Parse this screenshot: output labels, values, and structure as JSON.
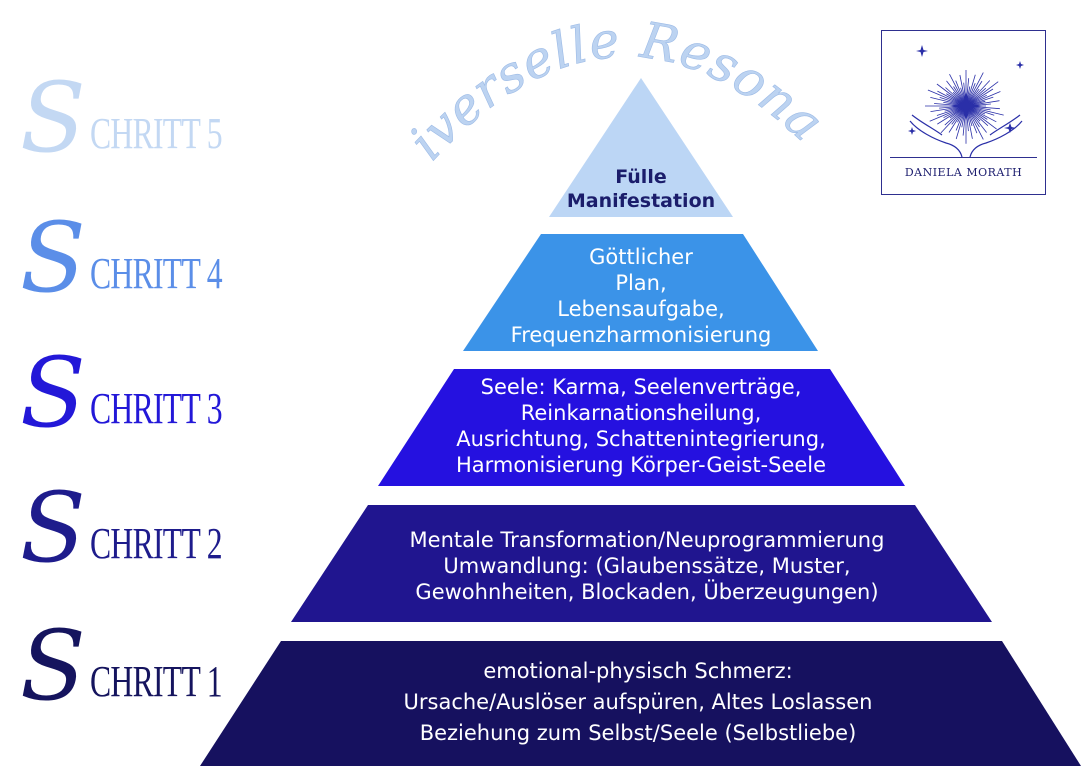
{
  "title": "Universelle Resonanz",
  "brand": {
    "name": "DANIELA MORATH"
  },
  "steps": [
    {
      "label_initial": "S",
      "label_rest": "CHRITT 5",
      "color": "#c3d8f3"
    },
    {
      "label_initial": "S",
      "label_rest": "CHRITT 4",
      "color": "#5b8ee8"
    },
    {
      "label_initial": "S",
      "label_rest": "CHRITT 3",
      "color": "#2318d8"
    },
    {
      "label_initial": "S",
      "label_rest": "CHRITT 2",
      "color": "#1e1c8c"
    },
    {
      "label_initial": "S",
      "label_rest": "CHRITT 1",
      "color": "#15145e"
    }
  ],
  "tiers": [
    {
      "lines": [
        "Fülle",
        "Manifestation"
      ],
      "color": "#bcd6f5"
    },
    {
      "lines": [
        "Göttlicher",
        "Plan,",
        "Lebensaufgabe,",
        "Frequenzharmonisierung"
      ],
      "color": "#3b93e8"
    },
    {
      "lines": [
        "Seele: Karma, Seelenverträge,",
        "Reinkarnationsheilung,",
        "Ausrichtung, Schattenintegrierung,",
        "Harmonisierung Körper-Geist-Seele"
      ],
      "color": "#2511e0"
    },
    {
      "lines": [
        "Mentale Transformation/Neuprogrammierung",
        "Umwandlung: (Glaubenssätze, Muster,",
        "Gewohnheiten, Blockaden, Überzeugungen)"
      ],
      "color": "#20158f"
    },
    {
      "lines": [
        "emotional-physisch Schmerz:",
        "Ursache/Auslöser aufspüren, Altes Loslassen",
        "Beziehung zum Selbst/Seele (Selbstliebe)"
      ],
      "color": "#16115f"
    }
  ]
}
